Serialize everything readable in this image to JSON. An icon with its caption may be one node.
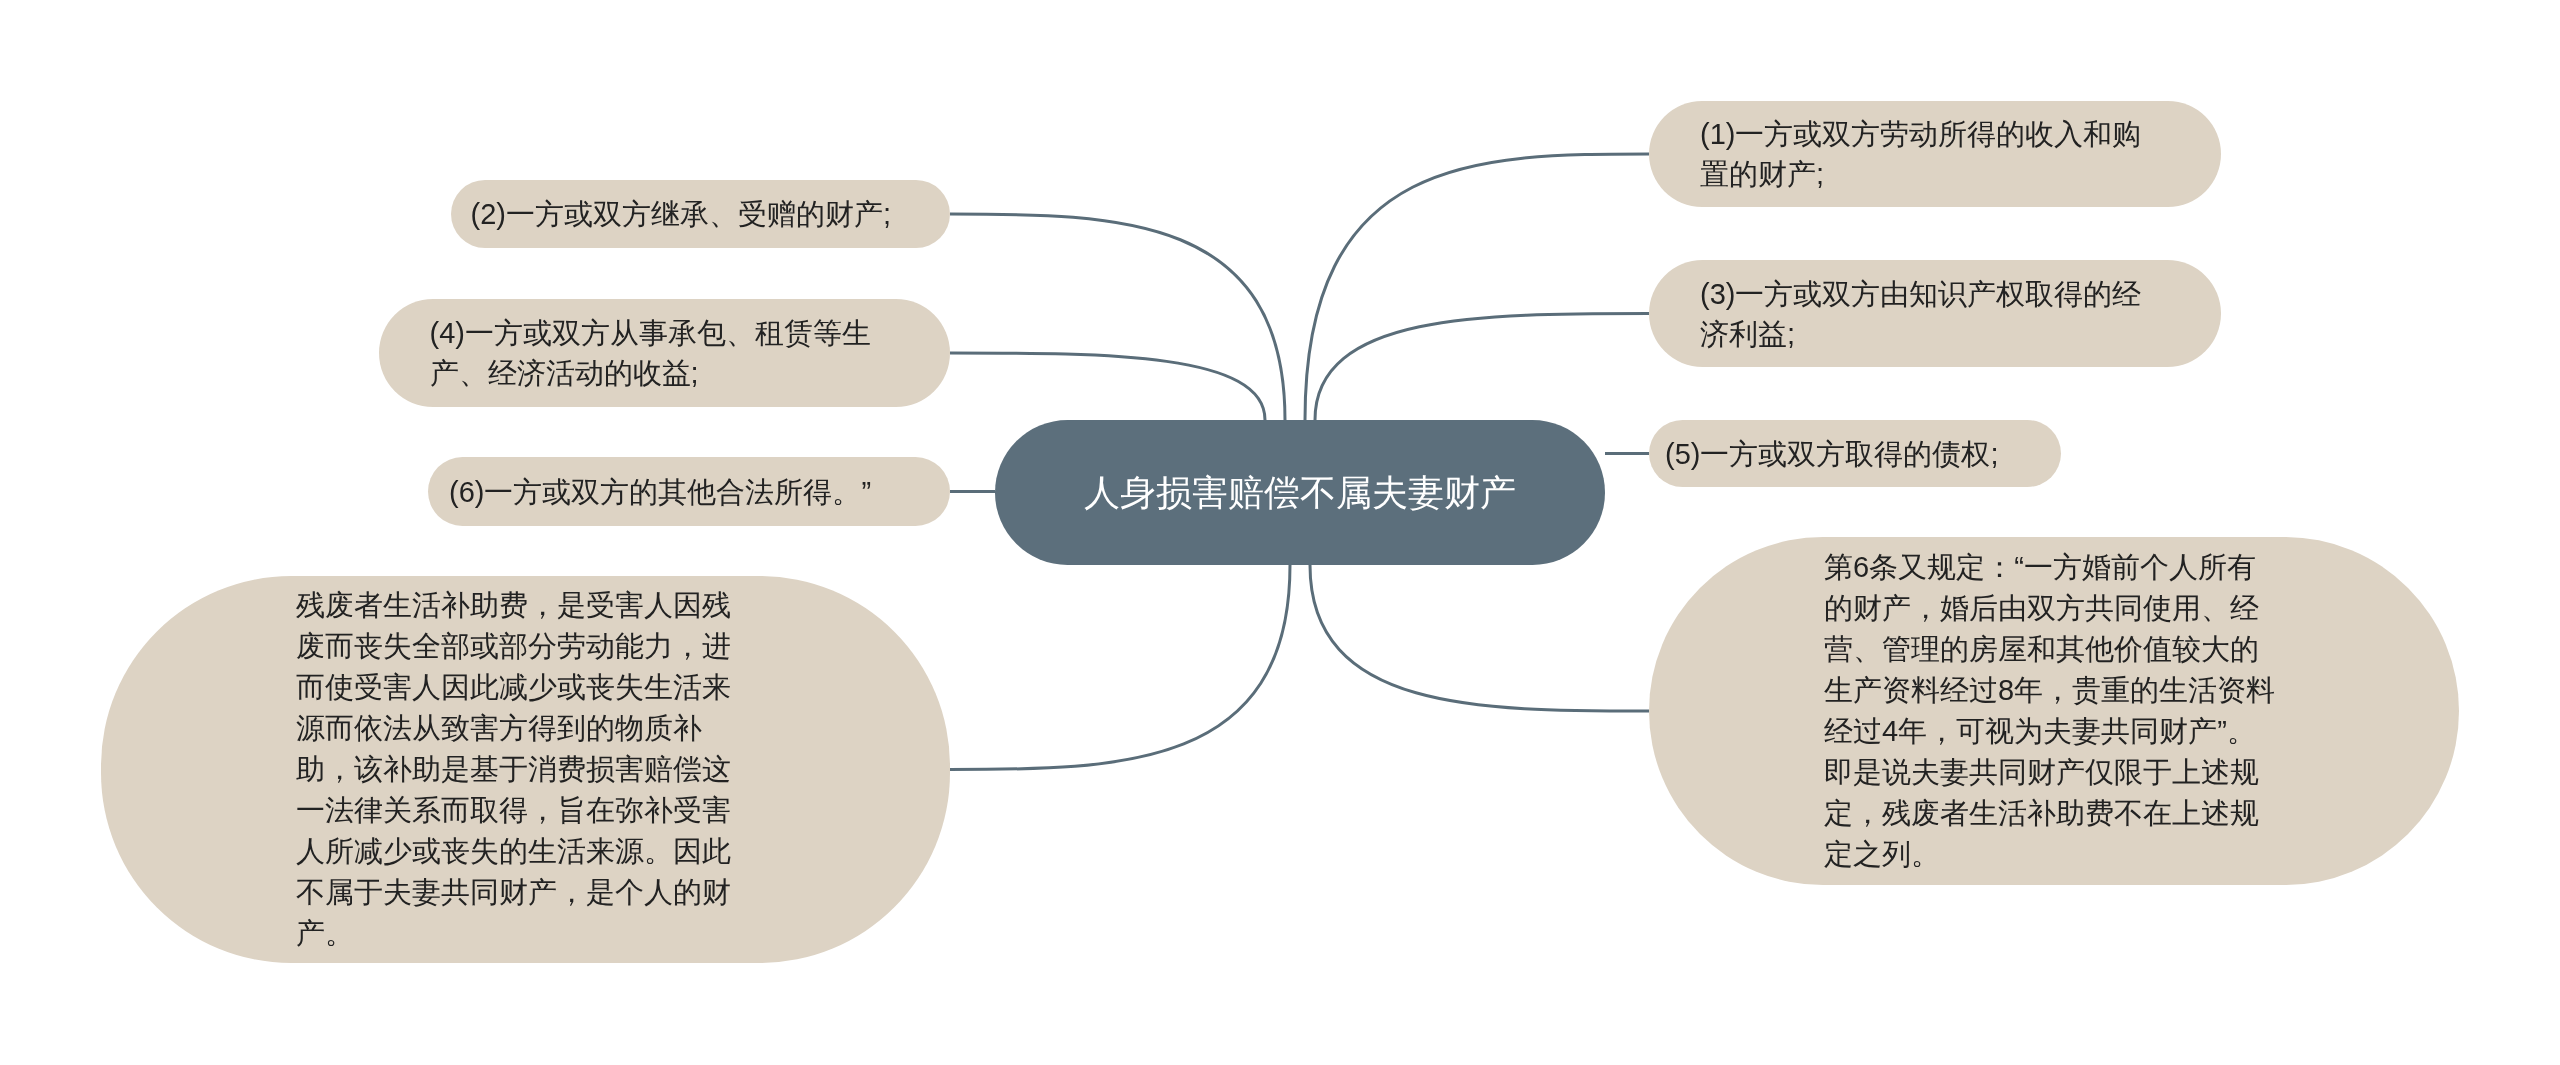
{
  "diagram": {
    "nodes": [
      {
        "text": [
          "人身损害赔偿不属夫妻财产"
        ]
      },
      {
        "text": [
          "(1)一方或双方劳动所得的收入和购置的财产;"
        ]
      },
      {
        "text": [
          "(2)一方或双方继承、受赠的财产;"
        ]
      },
      {
        "text": [
          "(3)一方或双方由知识产权取得的经济利益;"
        ]
      },
      {
        "text": [
          "(4)一方或双方从事承包、租赁等生产、经济活动的收益;"
        ]
      },
      {
        "text": [
          "(5)一方或双方取得的债权;"
        ]
      },
      {
        "text": [
          "(6)一方或双方的其他合法所得。”"
        ]
      },
      {
        "text": [
          "残废者生活补助费，是受害人因残废而丧失全部或部分劳动能力，进而使受害人因此减少或丧失生活来源而依法从致害方得到的物质补助，该补助是基于消费损害赔偿这一法律关系而取得，旨在弥补受害人所减少或丧失的生活来源。因此不属于夫妻共同财产，是个人的财产。"
        ]
      },
      {
        "text": [
          "第6条又规定：“一方婚前个人所有的财产，婚后由双方共同使用、经营、管理的房屋和其他价值较大的生产资料经过8年，贵重的生活资料经过4年，可视为夫妻共同财产”。即是说夫妻共同财产仅限于上述规定，残废者生活补助费不在上述规定之列。"
        ]
      }
    ],
    "edges": [
      {
        "from": 0,
        "to": 1,
        "arrow": "none"
      },
      {
        "from": 0,
        "to": 2,
        "arrow": "none"
      },
      {
        "from": 0,
        "to": 3,
        "arrow": "none"
      },
      {
        "from": 0,
        "to": 4,
        "arrow": "none"
      },
      {
        "from": 0,
        "to": 5,
        "arrow": "none"
      },
      {
        "from": 0,
        "to": 6,
        "arrow": "none"
      },
      {
        "from": 0,
        "to": 7,
        "arrow": "none"
      },
      {
        "from": 0,
        "to": 8,
        "arrow": "none"
      }
    ]
  }
}
